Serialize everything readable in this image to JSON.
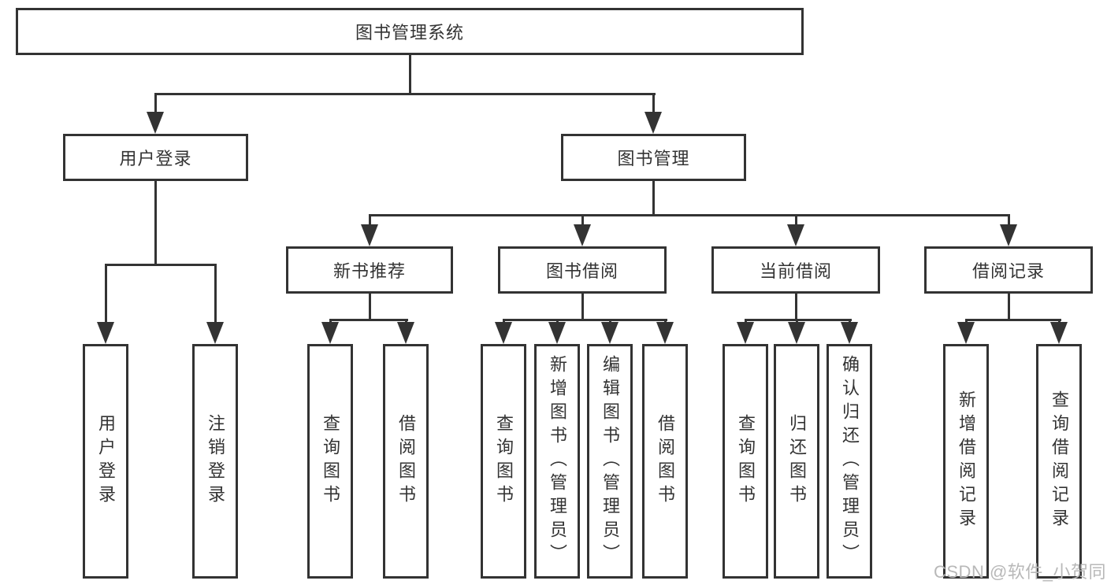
{
  "colors": {
    "line": "#333333",
    "text": "#333333",
    "background": "#ffffff",
    "watermark": "#b8b8b8"
  },
  "watermark": {
    "text": "CSDN @软件_小贺同学"
  },
  "diagram": {
    "type": "hierarchy-tree",
    "root": {
      "label": "图书管理系统"
    },
    "level2": [
      {
        "label": "用户登录",
        "leaves": [
          "用户登录",
          "注销登录"
        ]
      },
      {
        "label": "图书管理"
      }
    ],
    "level3": [
      {
        "label": "新书推荐",
        "leaves": [
          "查询图书",
          "借阅图书"
        ]
      },
      {
        "label": "图书借阅",
        "leaves": [
          "查询图书",
          "新增图书（管理员）",
          "编辑图书（管理员）",
          "借阅图书"
        ]
      },
      {
        "label": "当前借阅",
        "leaves": [
          "查询图书",
          "归还图书",
          "确认归还（管理员）"
        ]
      },
      {
        "label": "借阅记录",
        "leaves": [
          "新增借阅记录",
          "查询借阅记录"
        ]
      }
    ]
  }
}
